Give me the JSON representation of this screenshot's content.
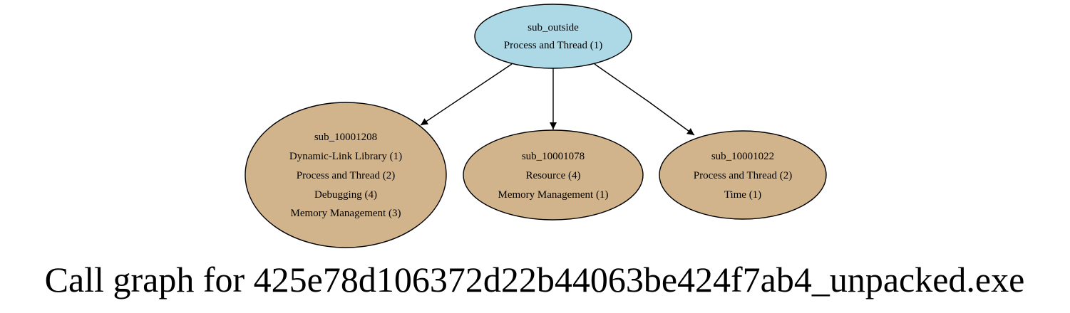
{
  "caption": "Call graph for 425e78d106372d22b44063be424f7ab4_unpacked.exe",
  "colors": {
    "root_fill": "#add8e6",
    "child_fill": "#d2b48c",
    "stroke": "#000000",
    "background": "#ffffff"
  },
  "nodes": [
    {
      "id": "sub_outside",
      "lines": [
        "sub_outside",
        "Process and Thread (1)"
      ]
    },
    {
      "id": "sub_10001208",
      "lines": [
        "sub_10001208",
        "Dynamic-Link Library (1)",
        "Process and Thread (2)",
        "Debugging (4)",
        "Memory Management (3)"
      ]
    },
    {
      "id": "sub_10001078",
      "lines": [
        "sub_10001078",
        "Resource (4)",
        "Memory Management (1)"
      ]
    },
    {
      "id": "sub_10001022",
      "lines": [
        "sub_10001022",
        "Process and Thread (2)",
        "Time (1)"
      ]
    }
  ],
  "edges": [
    {
      "from": "sub_outside",
      "to": "sub_10001208"
    },
    {
      "from": "sub_outside",
      "to": "sub_10001078"
    },
    {
      "from": "sub_outside",
      "to": "sub_10001022"
    }
  ]
}
